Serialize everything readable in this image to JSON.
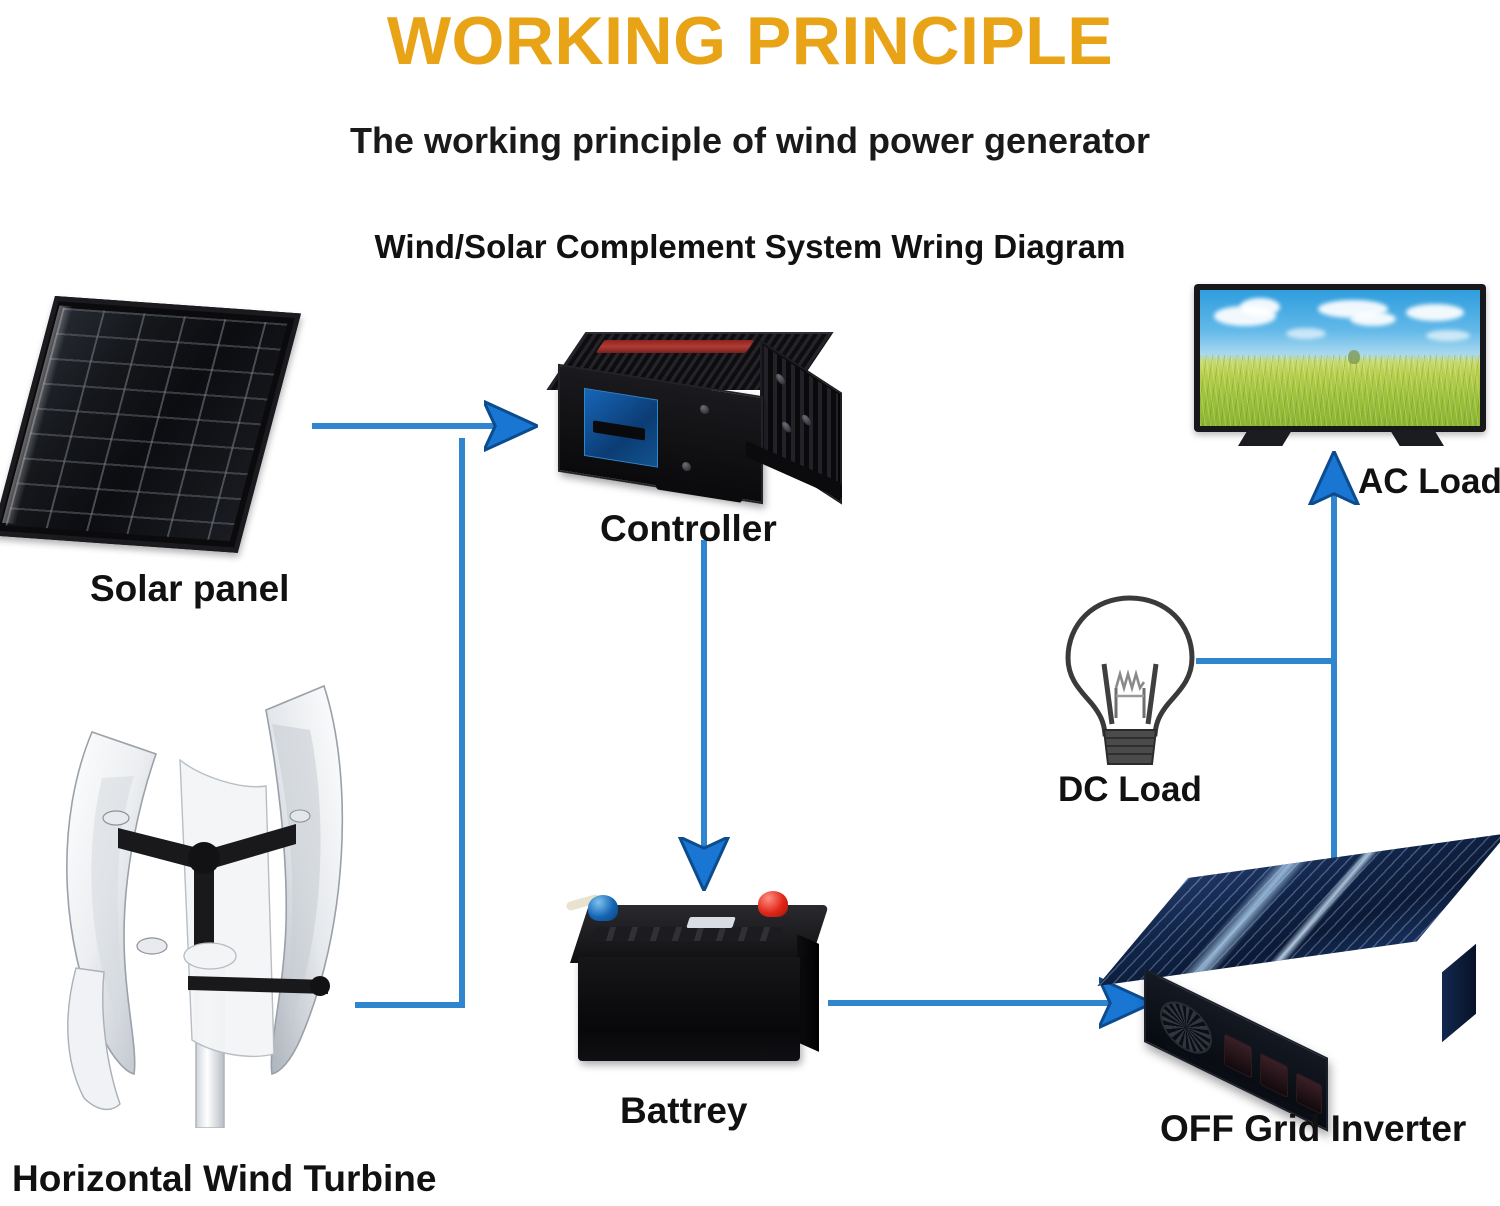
{
  "header": {
    "title": "WORKING PRINCIPLE",
    "subtitle": "The working principle of wind power generator",
    "diagram_title": "Wind/Solar Complement System Wring Diagram"
  },
  "colors": {
    "title_gold": "#e8a317",
    "wire_blue": "#2f86cf",
    "arrow_blue": "#1976d2",
    "text_black": "#111111"
  },
  "components": [
    {
      "id": "solar-panel",
      "label": "Solar panel",
      "icon": "solar-panel-icon"
    },
    {
      "id": "controller",
      "label": "Controller",
      "icon": "charge-controller-icon"
    },
    {
      "id": "turbine",
      "label": "Horizontal Wind Turbine",
      "icon": "vertical-axis-wind-turbine-icon"
    },
    {
      "id": "battery",
      "label": "Battrey",
      "icon": "battery-icon"
    },
    {
      "id": "tv",
      "label": "AC Load",
      "icon": "television-icon"
    },
    {
      "id": "bulb",
      "label": "DC Load",
      "icon": "light-bulb-icon"
    },
    {
      "id": "inverter",
      "label": "OFF Grid Inverter",
      "icon": "inverter-icon"
    }
  ],
  "labels": {
    "solar_panel": "Solar panel",
    "controller": "Controller",
    "wind_turbine": "Horizontal Wind Turbine",
    "battery": "Battrey",
    "ac_load": "AC Load",
    "dc_load": "DC Load",
    "inverter": "OFF Grid Inverter"
  },
  "connections": [
    {
      "from": "solar-panel",
      "to": "controller",
      "arrow": true,
      "name": "wire-solar-to-controller"
    },
    {
      "from": "wind-turbine",
      "to": "controller",
      "arrow": true,
      "name": "wire-turbine-to-controller"
    },
    {
      "from": "controller",
      "to": "battery",
      "arrow": true,
      "name": "wire-controller-to-battery"
    },
    {
      "from": "battery",
      "to": "inverter",
      "arrow": true,
      "name": "wire-battery-to-inverter"
    },
    {
      "from": "inverter",
      "to": "ac-load",
      "arrow": true,
      "name": "wire-inverter-to-ac-load"
    },
    {
      "from": "dc-load",
      "to": "inverter-bus",
      "arrow": false,
      "name": "wire-dc-load-tap"
    }
  ]
}
